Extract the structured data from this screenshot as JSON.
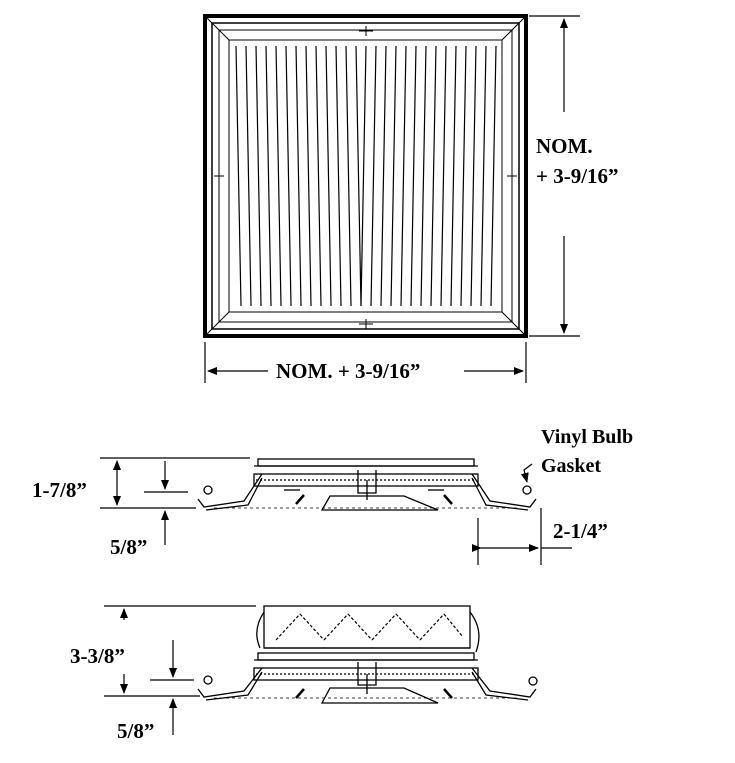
{
  "labels": {
    "side_dim_line1": "NOM.",
    "side_dim_line2": "+ 3-9/16”",
    "bottom_dim": "NOM. + 3-9/16”",
    "gasket_line1": "Vinyl Bulb",
    "gasket_line2": "Gasket",
    "height_a": "1-7/8”",
    "flange_a": "5/8”",
    "extension": "2-1/4”",
    "height_b": "3-3/8”",
    "flange_b": "5/8”"
  },
  "colors": {
    "line": "#000000",
    "background": "#ffffff"
  }
}
